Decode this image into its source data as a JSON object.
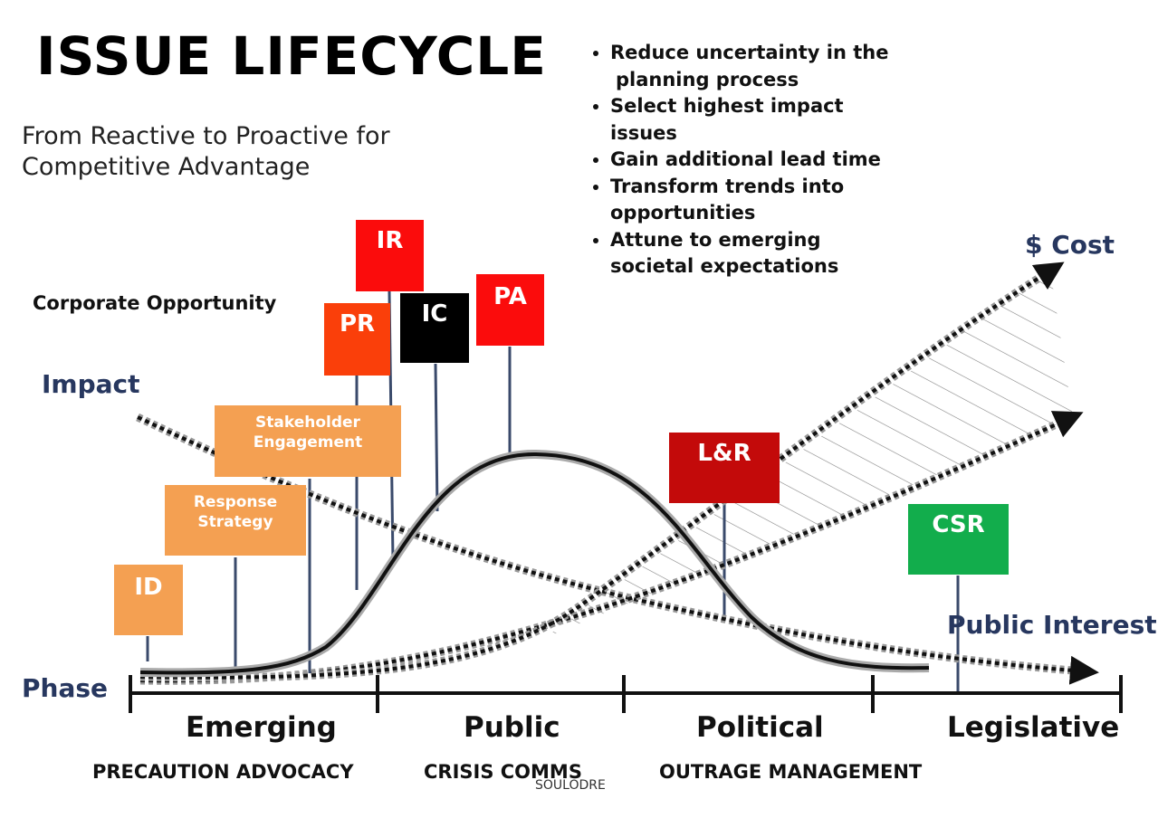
{
  "title": "ISSUE LIFECYCLE",
  "subtitle_line1": "From Reactive to Proactive for",
  "subtitle_line2": "Competitive Advantage",
  "bullets": [
    "Reduce uncertainty in the",
    "planning process",
    "Select highest impact",
    "issues",
    "Gain additional lead time",
    "Transform trends into",
    "opportunities",
    "Attune to emerging",
    "societal expectations"
  ],
  "labels": {
    "corporate_opportunity": "Corporate Opportunity",
    "impact": "Impact",
    "phase": "Phase",
    "cost": "$ Cost",
    "public_interest": "Public Interest",
    "credit": "SOULODRE"
  },
  "boxes": {
    "id": "ID",
    "response_1": "Response",
    "response_2": "Strategy",
    "stakeholder_1": "Stakeholder",
    "stakeholder_2": "Engagement",
    "pr": "PR",
    "ir": "IR",
    "ic": "IC",
    "pa": "PA",
    "lr": "L&R",
    "csr": "CSR"
  },
  "phases": [
    "Emerging",
    "Public",
    "Political",
    "Legislative"
  ],
  "modes": [
    "PRECAUTION ADVOCACY",
    "CRISIS COMMS",
    "OUTRAGE MANAGEMENT"
  ],
  "colors": {
    "orange": "#f4a052",
    "orange_red": "#fa3f0a",
    "red": "#fb0c0c",
    "black": "#000000",
    "dark_red": "#c30a0a",
    "green": "#12ad4c",
    "navy": "#27375f",
    "stem": "#3a4a6b"
  }
}
